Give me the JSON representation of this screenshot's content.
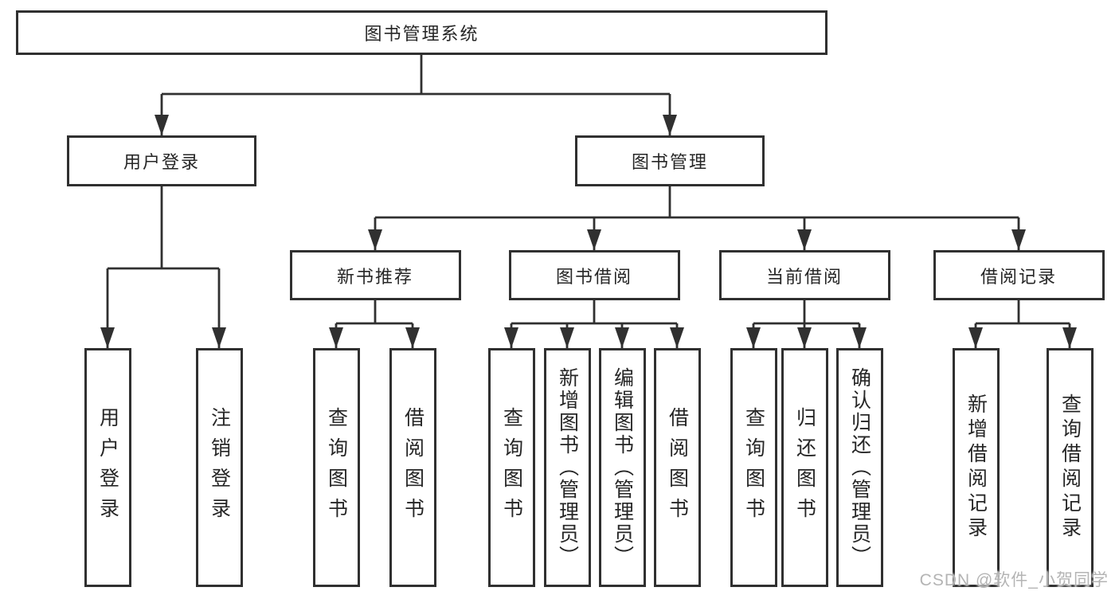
{
  "diagram": {
    "root": "图书管理系统",
    "branches": [
      {
        "label": "用户登录",
        "children": [
          "用户登录",
          "注销登录"
        ]
      },
      {
        "label": "图书管理",
        "groups": [
          {
            "label": "新书推荐",
            "children": [
              "查询图书",
              "借阅图书"
            ]
          },
          {
            "label": "图书借阅",
            "children": [
              "查询图书",
              "新增图书（管理员）",
              "编辑图书（管理员）",
              "借阅图书"
            ]
          },
          {
            "label": "当前借阅",
            "children": [
              "查询图书",
              "归还图书",
              "确认归还（管理员）"
            ]
          },
          {
            "label": "借阅记录",
            "children": [
              "新增借阅记录",
              "查询借阅记录"
            ]
          }
        ]
      }
    ]
  },
  "watermark": {
    "text": "CSDN @软件_小贺同学"
  },
  "colors": {
    "line": "#303030",
    "box_border": "#303030",
    "box_fill": "#ffffff",
    "text": "#262626",
    "watermark": "#b4b4b4",
    "background": "#ffffff"
  }
}
